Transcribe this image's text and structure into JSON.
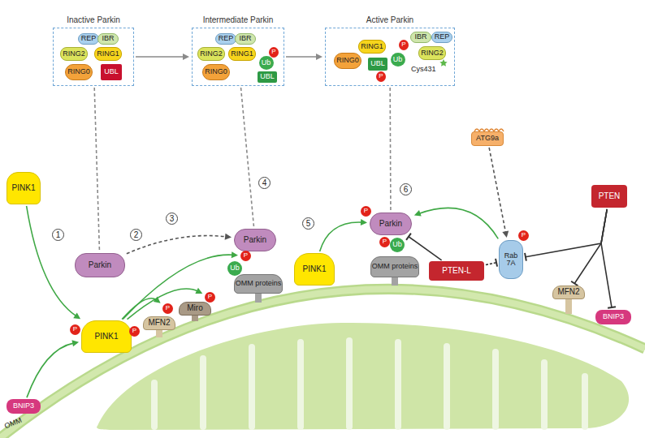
{
  "diagram": {
    "nodes": [
      {
        "text": [
          "Inactive Parkin"
        ]
      },
      {
        "text": [
          "REP"
        ],
        "in": 0
      },
      {
        "text": [
          "IBR"
        ],
        "in": 0
      },
      {
        "text": [
          "RING2"
        ],
        "in": 0
      },
      {
        "text": [
          "RING1"
        ],
        "in": 0
      },
      {
        "text": [
          "RING0"
        ],
        "in": 0
      },
      {
        "text": [
          "UBL"
        ],
        "in": 0
      },
      {
        "text": [
          "Intermediate Parkin"
        ]
      },
      {
        "text": [
          "REP"
        ],
        "in": 7
      },
      {
        "text": [
          "IBR"
        ],
        "in": 7
      },
      {
        "text": [
          "RING2"
        ],
        "in": 7
      },
      {
        "text": [
          "RING1"
        ],
        "in": 7
      },
      {
        "text": [
          "RING0"
        ],
        "in": 7
      },
      {
        "text": [
          "Ub"
        ],
        "in": 7
      },
      {
        "text": [
          "P"
        ],
        "in": 7
      },
      {
        "text": [
          "UBL"
        ],
        "in": 7
      },
      {
        "text": [
          "Active Parkin"
        ]
      },
      {
        "text": [
          "RING0"
        ],
        "in": 16
      },
      {
        "text": [
          "RING1"
        ],
        "in": 16
      },
      {
        "text": [
          "UBL"
        ],
        "in": 16
      },
      {
        "text": [
          "P"
        ],
        "in": 16
      },
      {
        "text": [
          "Ub"
        ],
        "in": 16
      },
      {
        "text": [
          "P"
        ],
        "in": 16
      },
      {
        "text": [
          "IBR"
        ],
        "in": 16
      },
      {
        "text": [
          "REP"
        ],
        "in": 16
      },
      {
        "text": [
          "RING2"
        ],
        "in": 16
      },
      {
        "text": [
          "PINK1"
        ]
      },
      {
        "text": [
          "ATG9a"
        ]
      },
      {
        "text": [
          "PTEN"
        ]
      },
      {
        "text": [
          "Parkin"
        ]
      },
      {
        "text": [
          "Rab 7A"
        ]
      },
      {
        "text": [
          "P"
        ]
      },
      {
        "text": [
          "PINK1"
        ]
      },
      {
        "text": [
          "P"
        ]
      },
      {
        "text": [
          "P"
        ]
      },
      {
        "text": [
          "MFN2"
        ]
      },
      {
        "text": [
          "P"
        ]
      },
      {
        "text": [
          "Miro"
        ]
      },
      {
        "text": [
          "P"
        ]
      },
      {
        "text": [
          "Parkin"
        ]
      },
      {
        "text": [
          "Ub"
        ]
      },
      {
        "text": [
          "P"
        ]
      },
      {
        "text": [
          "OMM proteins"
        ]
      },
      {
        "text": [
          "PINK1"
        ]
      },
      {
        "text": [
          "Parkin"
        ]
      },
      {
        "text": [
          "P"
        ]
      },
      {
        "text": [
          "Ub"
        ]
      },
      {
        "text": [
          "P"
        ]
      },
      {
        "text": [
          "OMM proteins"
        ]
      },
      {
        "text": [
          "PTEN-L"
        ]
      },
      {
        "text": [
          "MFN2"
        ]
      },
      {
        "text": [
          "BNIP3"
        ]
      },
      {
        "text": [
          "BNIP3"
        ]
      }
    ],
    "edges": [
      {
        "from": 0,
        "to": 7,
        "arrow": "to"
      },
      {
        "from": 7,
        "to": 16,
        "arrow": "to"
      },
      {
        "from": 0,
        "to": 29,
        "arrow": "none"
      },
      {
        "from": 7,
        "to": 39,
        "arrow": "none"
      },
      {
        "from": 16,
        "to": 44,
        "arrow": "none"
      },
      {
        "from": 26,
        "to": 32,
        "arrow": "to"
      },
      {
        "from": 52,
        "to": 32,
        "arrow": "to"
      },
      {
        "from": 32,
        "to": 41,
        "arrow": "to"
      },
      {
        "from": 32,
        "to": 36,
        "arrow": "to"
      },
      {
        "from": 32,
        "to": 38,
        "arrow": "to"
      },
      {
        "from": 29,
        "to": 39,
        "arrow": "to"
      },
      {
        "from": 43,
        "to": 44,
        "arrow": "to"
      },
      {
        "from": 49,
        "to": 44,
        "arrow": "to"
      },
      {
        "from": 49,
        "to": 30,
        "arrow": "to"
      },
      {
        "from": 30,
        "to": 44,
        "arrow": "to"
      },
      {
        "from": 27,
        "to": 30,
        "arrow": "to"
      },
      {
        "from": 28,
        "to": 30,
        "arrow": "to"
      },
      {
        "from": 28,
        "to": 50,
        "arrow": "to"
      },
      {
        "from": 28,
        "to": 51,
        "arrow": "to"
      }
    ],
    "labels": [
      "1",
      "2",
      "3",
      "4",
      "5",
      "6",
      "Cys431",
      "OMM"
    ]
  }
}
